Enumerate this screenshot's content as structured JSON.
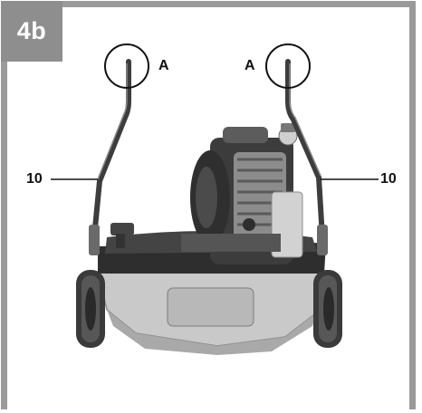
{
  "figure": {
    "badge_label": "4b",
    "callouts": {
      "a_left": "A",
      "a_right": "A",
      "ten_left": "10",
      "ten_right": "10"
    }
  },
  "colors": {
    "frame_gray": "#9a9a9a",
    "badge_gray": "#8e8e8e",
    "text": "#111111"
  }
}
